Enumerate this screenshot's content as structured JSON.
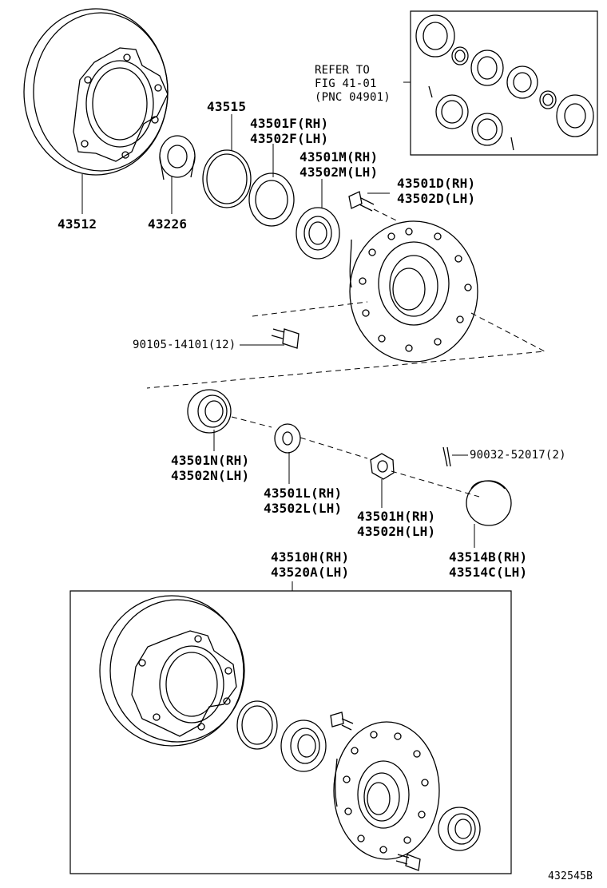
{
  "labels": {
    "refer": [
      "REFER TO",
      "FIG 41-01",
      "(PNC 04901)"
    ],
    "p43512": "43512",
    "p43226": "43226",
    "p43515": "43515",
    "p43501F": [
      "43501F(RH)",
      "43502F(LH)"
    ],
    "p43501M": [
      "43501M(RH)",
      "43502M(LH)"
    ],
    "p43501D": [
      "43501D(RH)",
      "43502D(LH)"
    ],
    "p90105": "90105-14101(12)",
    "p43501N": [
      "43501N(RH)",
      "43502N(LH)"
    ],
    "p43501L": [
      "43501L(RH)",
      "43502L(LH)"
    ],
    "p43501H": [
      "43501H(RH)",
      "43502H(LH)"
    ],
    "p90032": "90032-52017(2)",
    "p43514": [
      "43514B(RH)",
      "43514C(LH)"
    ],
    "p43510": [
      "43510H(RH)",
      "43520A(LH)"
    ],
    "figure_code": "432545B"
  }
}
